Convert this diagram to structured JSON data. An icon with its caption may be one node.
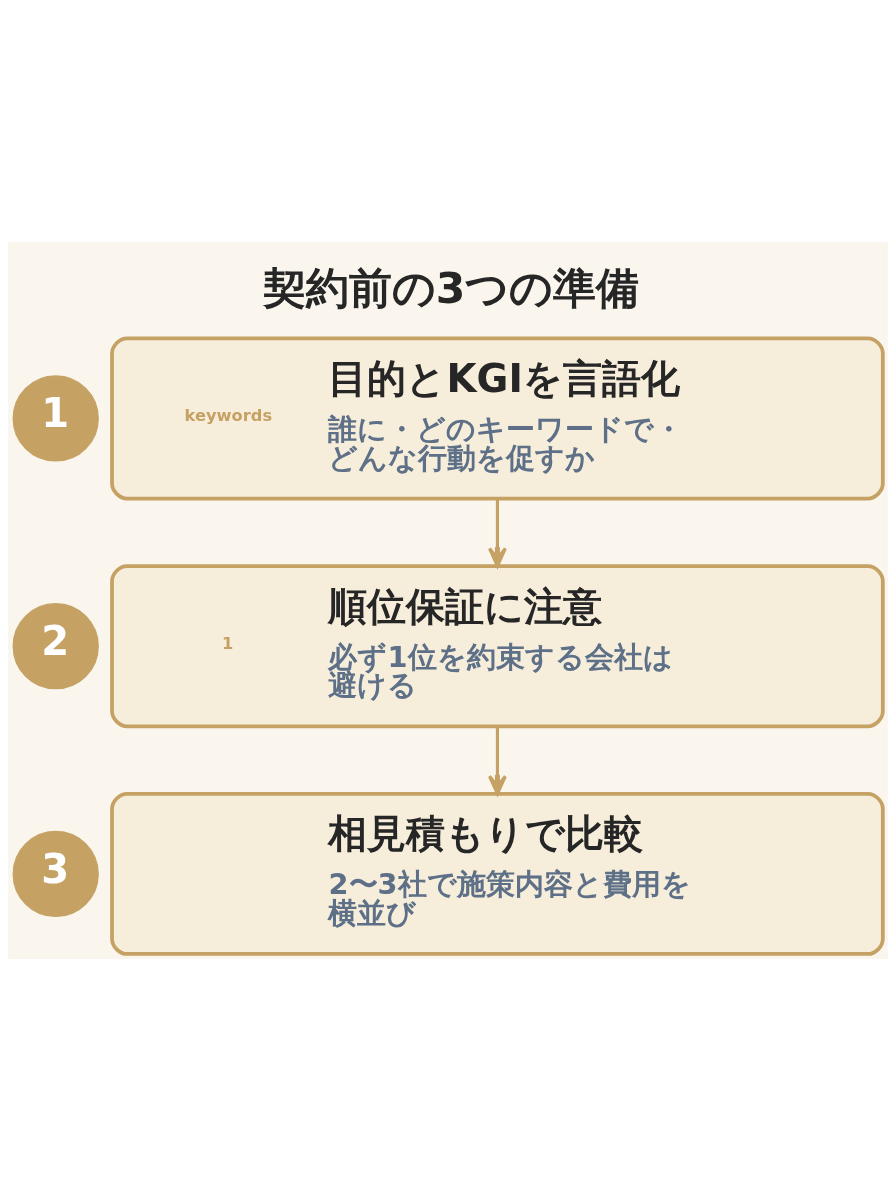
{
  "diagram": {
    "title": "契約前の3つの準備",
    "nodes": [
      {
        "text": [
          "1"
        ]
      },
      {
        "text": [
          "keywords",
          "目的とKGIを言語化",
          "誰に・どのキーワードで・どんな行動を促すか"
        ]
      },
      {
        "text": [
          "2"
        ]
      },
      {
        "text": [
          "1",
          "順位保証に注意",
          "必ず1位を約束する会社は避ける"
        ]
      },
      {
        "text": [
          "3"
        ]
      },
      {
        "text": [
          "相見積もりで比較",
          "2〜3社で施策内容と費用を横並び"
        ]
      }
    ],
    "edges": [
      {
        "from": 1,
        "to": 3,
        "arrow": "to"
      },
      {
        "from": 3,
        "to": 5,
        "arrow": "to"
      }
    ]
  }
}
